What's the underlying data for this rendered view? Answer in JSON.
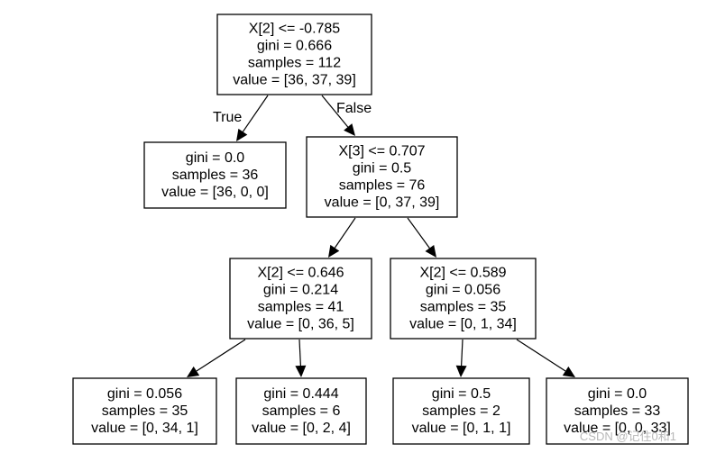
{
  "nodes": [
    {
      "id": "n0",
      "lines": [
        "X[2] <= -0.785",
        "gini = 0.666",
        "samples = 112",
        "value = [36, 37, 39]"
      ]
    },
    {
      "id": "n1",
      "lines": [
        "gini = 0.0",
        "samples = 36",
        "value = [36, 0, 0]"
      ]
    },
    {
      "id": "n2",
      "lines": [
        "X[3] <= 0.707",
        "gini = 0.5",
        "samples = 76",
        "value = [0, 37, 39]"
      ]
    },
    {
      "id": "n3",
      "lines": [
        "X[2] <= 0.646",
        "gini = 0.214",
        "samples = 41",
        "value = [0, 36, 5]"
      ]
    },
    {
      "id": "n4",
      "lines": [
        "X[2] <= 0.589",
        "gini = 0.056",
        "samples = 35",
        "value = [0, 1, 34]"
      ]
    },
    {
      "id": "n5",
      "lines": [
        "gini = 0.056",
        "samples = 35",
        "value = [0, 34, 1]"
      ]
    },
    {
      "id": "n6",
      "lines": [
        "gini = 0.444",
        "samples = 6",
        "value = [0, 2, 4]"
      ]
    },
    {
      "id": "n7",
      "lines": [
        "gini = 0.5",
        "samples = 2",
        "value = [0, 1, 1]"
      ]
    },
    {
      "id": "n8",
      "lines": [
        "gini = 0.0",
        "samples = 33",
        "value = [0, 0, 33]"
      ]
    }
  ],
  "edges": [
    {
      "from": "n0",
      "to": "n1",
      "label": "True"
    },
    {
      "from": "n0",
      "to": "n2",
      "label": "False"
    },
    {
      "from": "n2",
      "to": "n3",
      "label": ""
    },
    {
      "from": "n2",
      "to": "n4",
      "label": ""
    },
    {
      "from": "n3",
      "to": "n5",
      "label": ""
    },
    {
      "from": "n3",
      "to": "n6",
      "label": ""
    },
    {
      "from": "n4",
      "to": "n7",
      "label": ""
    },
    {
      "from": "n4",
      "to": "n8",
      "label": ""
    }
  ],
  "watermark": "CSDN @记住0和1"
}
